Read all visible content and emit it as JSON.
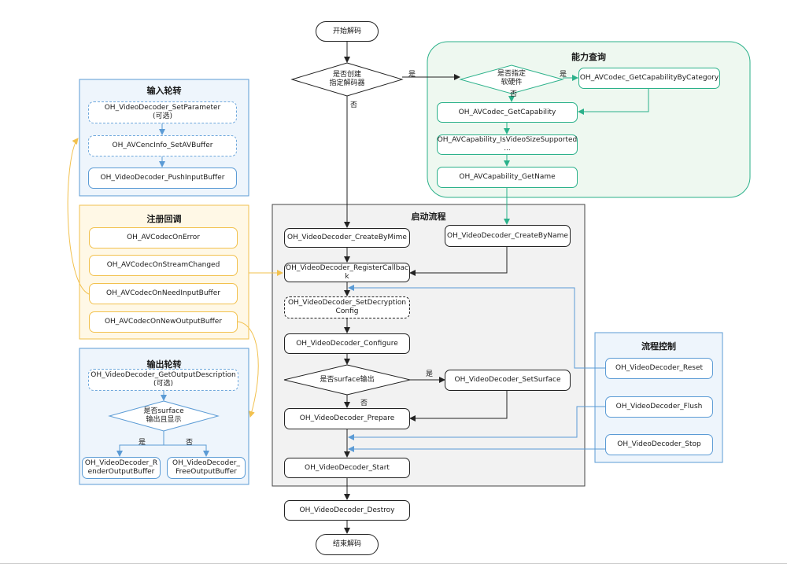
{
  "groups": {
    "input": "输入轮转",
    "callback": "注册回调",
    "output": "输出轮转",
    "capability": "能力查询",
    "startup": "启动流程",
    "control": "流程控制"
  },
  "main": {
    "start": "开始解码",
    "decision_create": "是否创建\n指定解码器",
    "yes": "是",
    "no": "否",
    "create_by_mime": "OH_VideoDecoder_CreateByMime",
    "create_by_name": "OH_VideoDecoder_CreateByName",
    "register_callback": "OH_VideoDecoder_RegisterCallbac\nk",
    "set_decryption": "OH_VideoDecoder_SetDecryption\nConfig",
    "configure": "OH_VideoDecoder_Configure",
    "decision_surface": "是否surface输出",
    "set_surface": "OH_VideoDecoder_SetSurface",
    "prepare": "OH_VideoDecoder_Prepare",
    "start_call": "OH_VideoDecoder_Start",
    "destroy": "OH_VideoDecoder_Destroy",
    "end": "结束解码"
  },
  "capability": {
    "decision_hw": "是否指定\n软硬件",
    "get_by_category": "OH_AVCodec_GetCapabilityByCategory",
    "get_capability": "OH_AVCodec_GetCapability",
    "is_supported": "OH_AVCapability_IsVideoSizeSupported\n...",
    "get_name": "OH_AVCapability_GetName"
  },
  "input": {
    "set_parameter": "OH_VideoDecoder_SetParameter\n(可选)",
    "set_avbuffer": "OH_AVCencInfo_SetAVBuffer",
    "push_input": "OH_VideoDecoder_PushInputBuffer"
  },
  "callback": {
    "on_error": "OH_AVCodecOnError",
    "on_stream_changed": "OH_AVCodecOnStreamChanged",
    "on_need_input": "OH_AVCodecOnNeedInputBuffer",
    "on_new_output": "OH_AVCodecOnNewOutputBuffer"
  },
  "output": {
    "get_output_desc": "OH_VideoDecoder_GetOutputDescription\n(可选)",
    "decision_display": "是否surface\n输出且显示",
    "render": "OH_VideoDecoder_R\nenderOutputBuffer",
    "free": "OH_VideoDecoder_\nFreeOutputBuffer"
  },
  "control": {
    "reset": "OH_VideoDecoder_Reset",
    "flush": "OH_VideoDecoder_Flush",
    "stop": "OH_VideoDecoder_Stop"
  },
  "colors": {
    "blue": "#5b9bd5",
    "yellow": "#f2c14e",
    "green": "#2bb18a",
    "black": "#222222"
  }
}
